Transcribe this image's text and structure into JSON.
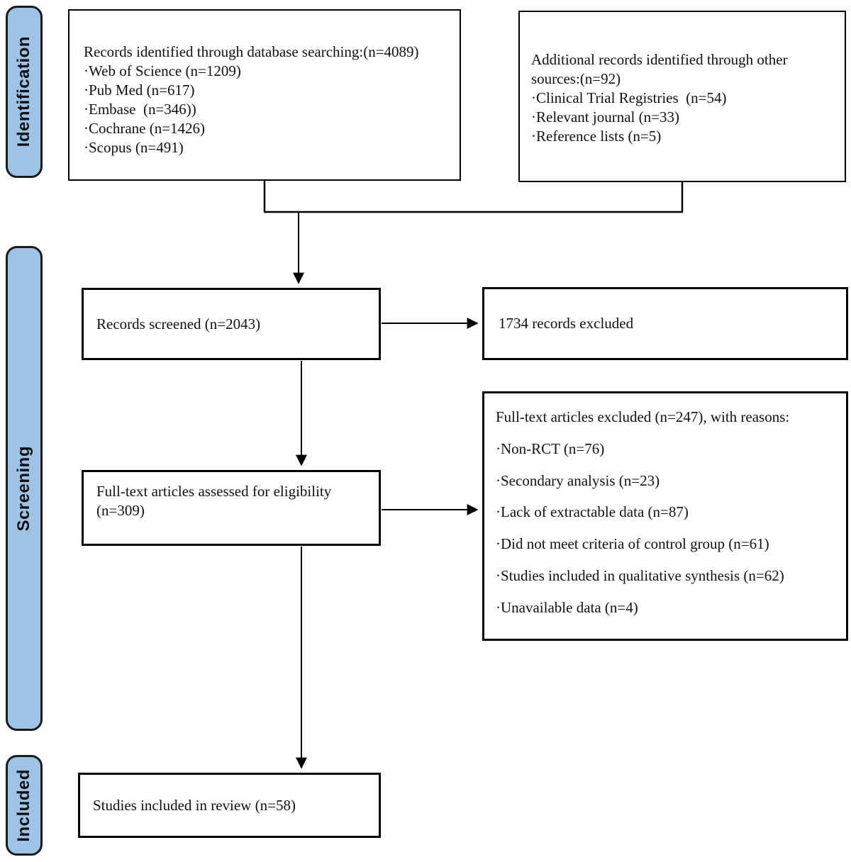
{
  "stages": {
    "identification": "Identification",
    "screening": "Screening",
    "included": "Included"
  },
  "boxes": {
    "database_records": {
      "title": "Records identified through database searching:(n=4089)",
      "items": [
        "·Web of Science (n=1209)",
        "·Pub Med (n=617)",
        "·Embase  (n=346))",
        "·Cochrane (n=1426)",
        "·Scopus (n=491)"
      ]
    },
    "other_sources": {
      "title": "Additional records identified through other sources:(n=92)",
      "items": [
        "·Clinical Trial Registries  (n=54)",
        "·Relevant journal (n=33)",
        "·Reference lists (n=5)"
      ]
    },
    "records_screened": {
      "text": "Records screened (n=2043)"
    },
    "records_excluded": {
      "text": "1734 records excluded"
    },
    "fulltext_assessed": {
      "text": "Full-text articles assessed for eligibility (n=309)"
    },
    "fulltext_excluded": {
      "title": "Full-text articles excluded (n=247), with reasons:",
      "items": [
        "·Non-RCT (n=76)",
        "·Secondary analysis (n=23)",
        "·Lack of extractable data (n=87)",
        "·Did not meet criteria of control group (n=61)",
        "·Studies included in qualitative synthesis (n=62)",
        "·Unavailable data (n=4)"
      ]
    },
    "studies_included": {
      "text": "Studies included in review (n=58)"
    }
  },
  "colors": {
    "stage_fill": "#9DC3E6",
    "stage_border": "#1A1A1A",
    "box_border": "#000000",
    "background": "#FFFFFF"
  }
}
